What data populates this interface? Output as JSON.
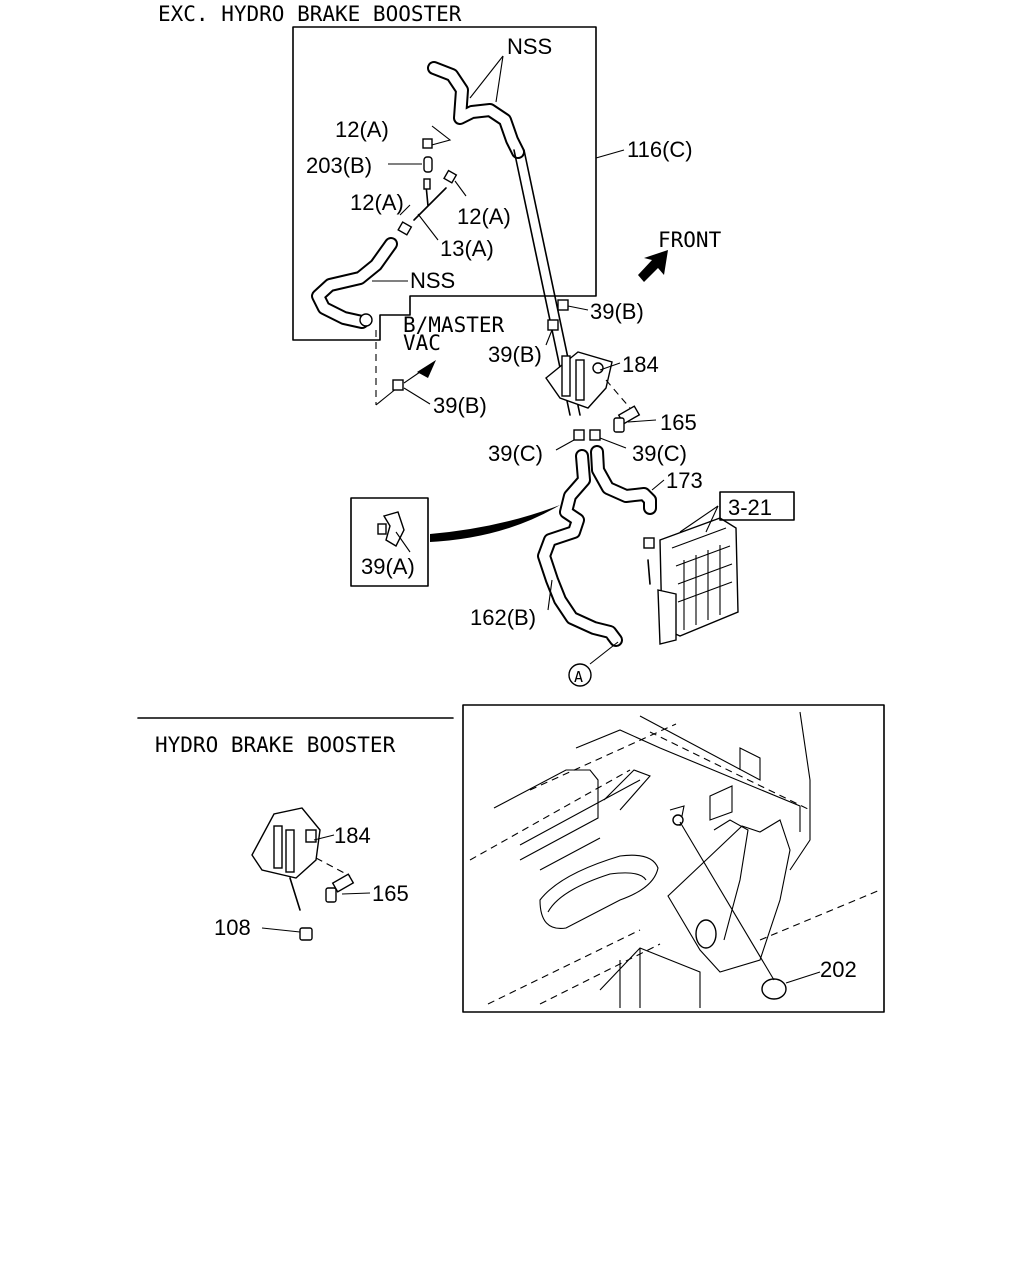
{
  "headings": {
    "exc_hydro": "EXC. HYDRO BRAKE BOOSTER",
    "hydro": "HYDRO BRAKE BOOSTER"
  },
  "orientation": {
    "front": "FRONT",
    "bmaster_line1": "B/MASTER",
    "bmaster_line2": "VAC"
  },
  "callouts": {
    "nss_top": "NSS",
    "nss_mid": "NSS",
    "p12a_1": "12(A)",
    "p203b": "203(B)",
    "p12a_2": "12(A)",
    "p12a_3": "12(A)",
    "p13a": "13(A)",
    "p116c": "116(C)",
    "p39b_1": "39(B)",
    "p39b_2": "39(B)",
    "p39b_3": "39(B)",
    "p184_top": "184",
    "p165_top": "165",
    "p39c_1": "39(C)",
    "p39c_2": "39(C)",
    "p173": "173",
    "ref_3_21": "3-21",
    "p39a": "39(A)",
    "p162b": "162(B)",
    "circle_a": "A",
    "p184_bot": "184",
    "p165_bot": "165",
    "p108": "108",
    "p202": "202"
  }
}
